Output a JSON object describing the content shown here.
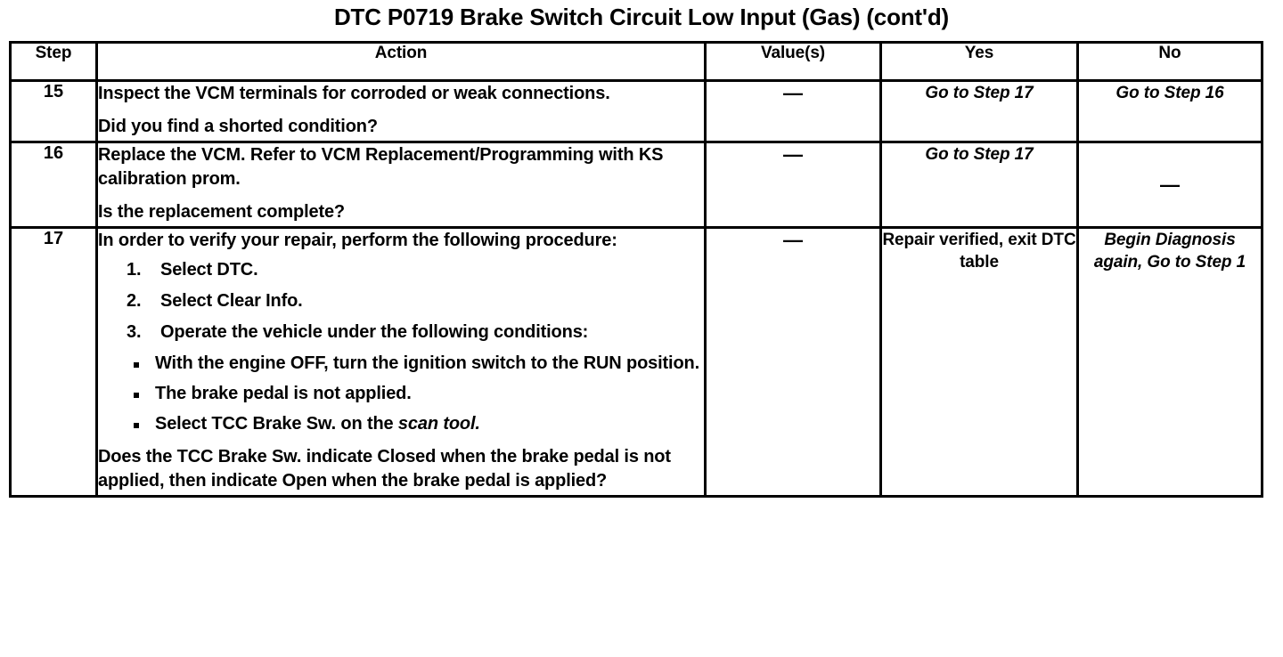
{
  "document": {
    "title": "DTC P0719 Brake Switch Circuit Low Input (Gas) (cont'd)"
  },
  "table": {
    "headers": {
      "step": "Step",
      "action": "Action",
      "value": "Value(s)",
      "yes": "Yes",
      "no": "No"
    },
    "rows": [
      {
        "step": "15",
        "action": {
          "paragraphs": [
            "Inspect the VCM terminals for corroded or weak connections.",
            "Did you find a shorted condition?"
          ]
        },
        "value": "—",
        "yes": "Go to Step 17",
        "no": "Go to Step 16"
      },
      {
        "step": "16",
        "action": {
          "paragraphs": [
            "Replace the VCM. Refer to VCM Replacement/Programming with KS calibration prom.",
            "Is the replacement complete?"
          ]
        },
        "value": "—",
        "yes": "Go to Step 17",
        "no": "—"
      },
      {
        "step": "17",
        "action": {
          "intro": "In order to verify your repair, perform the following procedure:",
          "numbered": [
            "Select DTC.",
            "Select Clear Info.",
            "Operate the vehicle under the following conditions:"
          ],
          "bullets": [
            {
              "text": "With the engine OFF, turn the ignition switch to the RUN position.",
              "italic_tail": ""
            },
            {
              "text": "The brake pedal is not applied.",
              "italic_tail": ""
            },
            {
              "text": "Select TCC Brake Sw. on the ",
              "italic_tail": "scan tool."
            }
          ],
          "question": "Does the TCC Brake Sw. indicate Closed when the brake pedal is not applied, then indicate Open when the brake pedal is applied?"
        },
        "value": "—",
        "yes": "Repair verified, exit DTC table",
        "no": "Begin Diagnosis again, Go to Step 1"
      }
    ]
  },
  "colors": {
    "ink": "#000000",
    "paper": "#ffffff"
  }
}
